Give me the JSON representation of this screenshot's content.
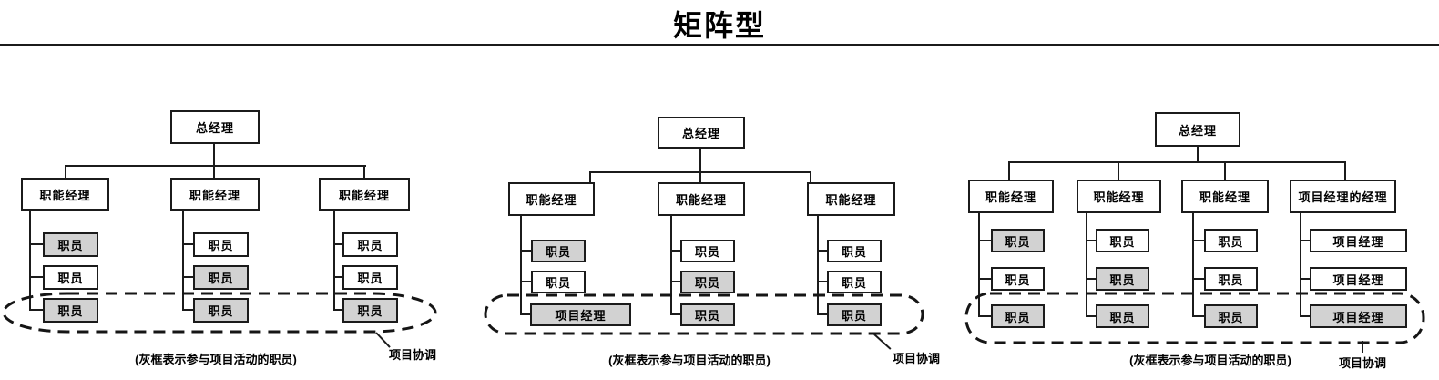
{
  "title": "矩阵型",
  "colors": {
    "line": "#1b1b1b",
    "gray_fill": "#d2d2d2",
    "white_fill": "#ffffff",
    "background": "#ffffff"
  },
  "diagrams": [
    {
      "top_box": "总经理",
      "managers": [
        "职能经理",
        "职能经理",
        "职能经理"
      ],
      "columns": [
        {
          "staff": [
            {
              "label": "职员",
              "gray": true
            },
            {
              "label": "职员",
              "gray": false
            },
            {
              "label": "职员",
              "gray": true
            }
          ]
        },
        {
          "staff": [
            {
              "label": "职员",
              "gray": false
            },
            {
              "label": "职员",
              "gray": true
            },
            {
              "label": "职员",
              "gray": true
            }
          ]
        },
        {
          "staff": [
            {
              "label": "职员",
              "gray": false
            },
            {
              "label": "职员",
              "gray": false
            },
            {
              "label": "职员",
              "gray": true
            }
          ]
        }
      ],
      "caption": "(灰框表示参与项目活动的职员)",
      "coordination_label": "项目协调"
    },
    {
      "top_box": "总经理",
      "managers": [
        "职能经理",
        "职能经理",
        "职能经理"
      ],
      "columns": [
        {
          "staff": [
            {
              "label": "职员",
              "gray": true
            },
            {
              "label": "职员",
              "gray": false
            },
            {
              "label": "项目经理",
              "gray": true
            }
          ]
        },
        {
          "staff": [
            {
              "label": "职员",
              "gray": false
            },
            {
              "label": "职员",
              "gray": true
            },
            {
              "label": "职员",
              "gray": true
            }
          ]
        },
        {
          "staff": [
            {
              "label": "职员",
              "gray": false
            },
            {
              "label": "职员",
              "gray": false
            },
            {
              "label": "职员",
              "gray": true
            }
          ]
        }
      ],
      "caption": "(灰框表示参与项目活动的职员)",
      "coordination_label": "项目协调"
    },
    {
      "top_box": "总经理",
      "managers": [
        "职能经理",
        "职能经理",
        "职能经理",
        "项目经理的经理"
      ],
      "columns": [
        {
          "staff": [
            {
              "label": "职员",
              "gray": true
            },
            {
              "label": "职员",
              "gray": false
            },
            {
              "label": "职员",
              "gray": true
            }
          ]
        },
        {
          "staff": [
            {
              "label": "职员",
              "gray": false
            },
            {
              "label": "职员",
              "gray": true
            },
            {
              "label": "职员",
              "gray": true
            }
          ]
        },
        {
          "staff": [
            {
              "label": "职员",
              "gray": false
            },
            {
              "label": "职员",
              "gray": false
            },
            {
              "label": "职员",
              "gray": true
            }
          ]
        },
        {
          "staff": [
            {
              "label": "项目经理",
              "gray": false
            },
            {
              "label": "项目经理",
              "gray": false
            },
            {
              "label": "项目经理",
              "gray": true
            }
          ]
        }
      ],
      "caption": "(灰框表示参与项目活动的职员)",
      "coordination_label": "项目协调"
    }
  ]
}
